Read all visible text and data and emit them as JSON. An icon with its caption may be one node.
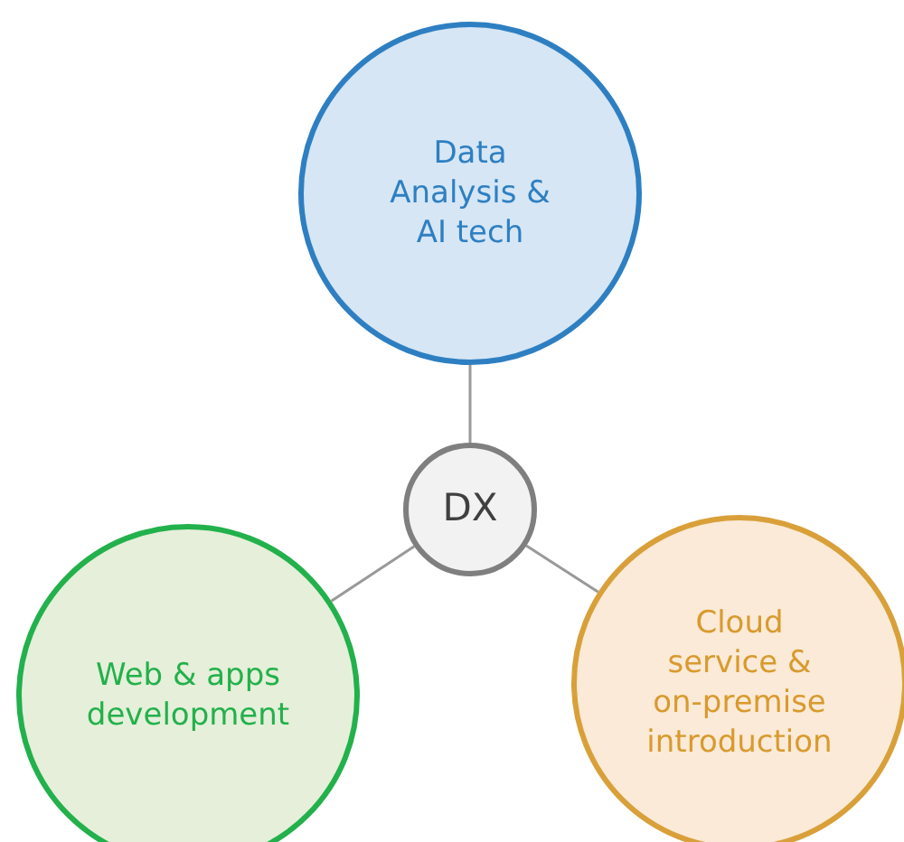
{
  "diagram": {
    "nodes": [
      {
        "text": [
          "Data Analysis & AI tech"
        ]
      },
      {
        "text": [
          "DX"
        ]
      },
      {
        "text": [
          "Web & apps development"
        ]
      },
      {
        "text": [
          "Cloud service & on-premise introduction"
        ]
      }
    ],
    "edges": [
      {
        "from": 1,
        "to": 0,
        "arrow": "none"
      },
      {
        "from": 1,
        "to": 2,
        "arrow": "none"
      },
      {
        "from": 1,
        "to": 3,
        "arrow": "none"
      }
    ]
  }
}
